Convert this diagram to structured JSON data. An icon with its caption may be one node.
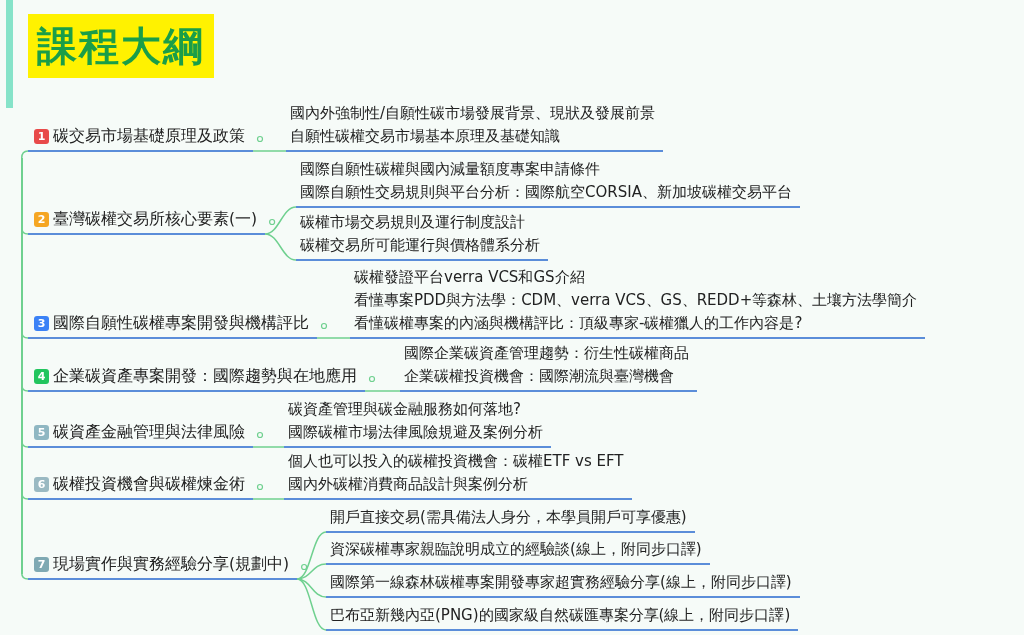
{
  "diagram": {
    "title": "課程大綱",
    "nodes": [
      {
        "text": [
          "1",
          "碳交易市場基礎原理及政策"
        ]
      },
      {
        "text": [
          "國內外強制性/自願性碳市場發展背景、現狀及發展前景",
          "自願性碳權交易市場基本原理及基礎知識"
        ]
      },
      {
        "text": [
          "2",
          "臺灣碳權交易所核心要素(一)"
        ]
      },
      {
        "text": [
          "國際自願性碳權與國內減量額度專案申請條件",
          "國際自願性交易規則與平台分析：國際航空CORSIA、新加坡碳權交易平台"
        ]
      },
      {
        "text": [
          "碳權市場交易規則及運行制度設計",
          "碳權交易所可能運行與價格體系分析"
        ]
      },
      {
        "text": [
          "3",
          "國際自願性碳權專案開發與機構評比"
        ]
      },
      {
        "text": [
          "碳權發證平台verra VCS和GS介紹",
          "看懂專案PDD與方法學：CDM、verra VCS、GS、REDD+等森林、土壤方法學簡介",
          "看懂碳權專案的內涵與機構評比：頂級專家-碳權獵人的工作內容是?"
        ]
      },
      {
        "text": [
          "4",
          "企業碳資產專案開發：國際趨勢與在地應用"
        ]
      },
      {
        "text": [
          "國際企業碳資產管理趨勢：衍生性碳權商品",
          "企業碳權投資機會：國際潮流與臺灣機會"
        ]
      },
      {
        "text": [
          "5",
          "碳資產金融管理與法律風險"
        ]
      },
      {
        "text": [
          "碳資產管理與碳金融服務如何落地?",
          "國際碳權市場法律風險規避及案例分析"
        ]
      },
      {
        "text": [
          "6",
          "碳權投資機會與碳權煉金術"
        ]
      },
      {
        "text": [
          "個人也可以投入的碳權投資機會：碳權ETF vs EFT",
          "國內外碳權消費商品設計與案例分析"
        ]
      },
      {
        "text": [
          "7",
          "現場實作與實務經驗分享(規劃中)"
        ]
      },
      {
        "text": [
          "開戶直接交易(需具備法人身分，本學員開戶可享優惠)"
        ]
      },
      {
        "text": [
          "資深碳權專家親臨說明成立的經驗談(線上，附同步口譯)"
        ]
      },
      {
        "text": [
          "國際第一線森林碳權專案開發專家超實務經驗分享(線上，附同步口譯)"
        ]
      },
      {
        "text": [
          "巴布亞新幾內亞(PNG)的國家級自然碳匯專案分享(線上，附同步口譯)"
        ]
      },
      {
        "text": [],
        "shape": "bar"
      }
    ],
    "edges": [
      {
        "from": 0,
        "to": 1,
        "arrow": "none"
      },
      {
        "from": 2,
        "to": 3,
        "arrow": "none"
      },
      {
        "from": 2,
        "to": 4,
        "arrow": "none"
      },
      {
        "from": 5,
        "to": 6,
        "arrow": "none"
      },
      {
        "from": 7,
        "to": 8,
        "arrow": "none"
      },
      {
        "from": 9,
        "to": 10,
        "arrow": "none"
      },
      {
        "from": 11,
        "to": 12,
        "arrow": "none"
      },
      {
        "from": 13,
        "to": 14,
        "arrow": "none"
      },
      {
        "from": 13,
        "to": 15,
        "arrow": "none"
      },
      {
        "from": 13,
        "to": 16,
        "arrow": "none"
      },
      {
        "from": 13,
        "to": 17,
        "arrow": "none"
      },
      {
        "from": 18,
        "to": 0,
        "arrow": "none"
      },
      {
        "from": 18,
        "to": 2,
        "arrow": "none"
      },
      {
        "from": 18,
        "to": 5,
        "arrow": "none"
      },
      {
        "from": 18,
        "to": 7,
        "arrow": "none"
      },
      {
        "from": 18,
        "to": 9,
        "arrow": "none"
      },
      {
        "from": 18,
        "to": 11,
        "arrow": "none"
      },
      {
        "from": 18,
        "to": 13,
        "arrow": "none"
      }
    ]
  }
}
